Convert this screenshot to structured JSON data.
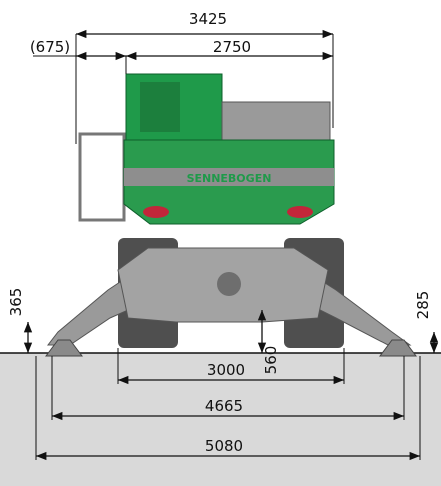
{
  "brand": {
    "logo_text": "SENNEBOGEN",
    "colors": {
      "body_green": "#1f9a4a",
      "frame_gray": "#8f8f8f",
      "track_dark": "#4a4a4a",
      "ground": "#d9d9d9"
    }
  },
  "dimensions": {
    "overall_width": "3425",
    "cab_offset": "(675)",
    "upper_width": "2750",
    "outrigger_clearance_left": "365",
    "outrigger_clearance_right": "285",
    "ground_clearance": "560",
    "track_width": "3000",
    "support_width_inner": "4665",
    "support_width_outer": "5080"
  }
}
